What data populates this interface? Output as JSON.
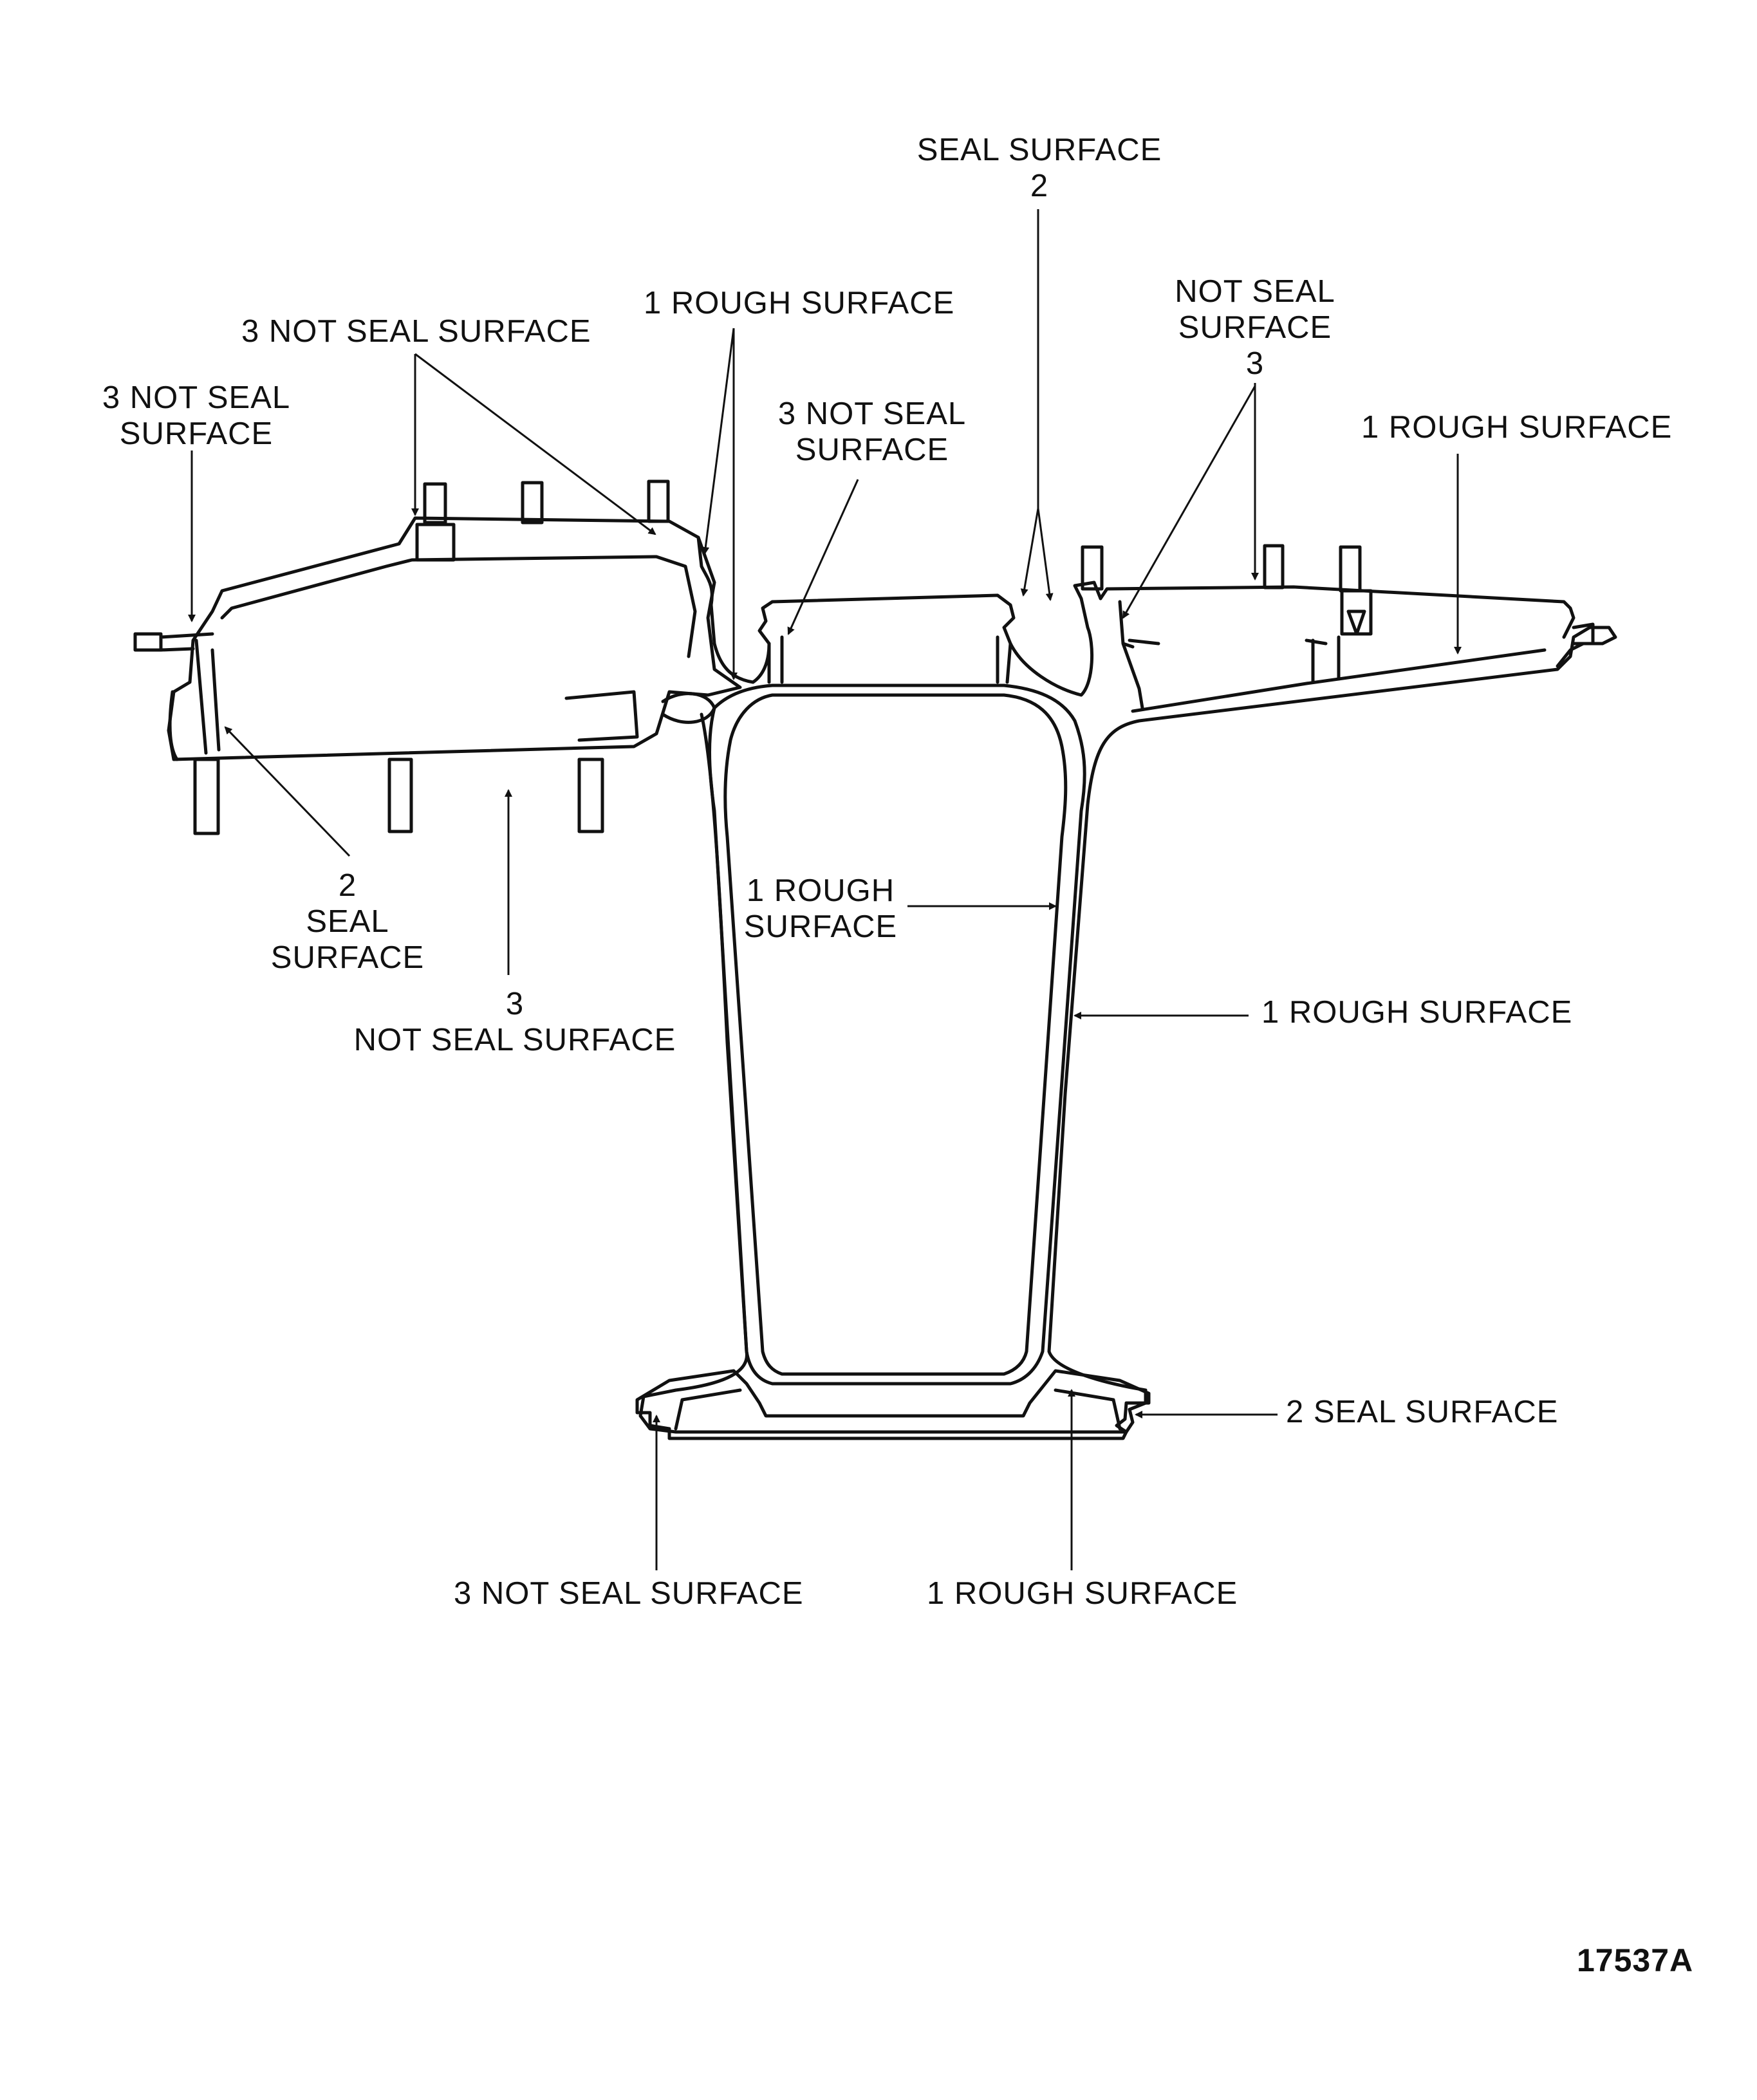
{
  "colors": {
    "ink": "#111111",
    "paper": "#ffffff"
  },
  "labels": {
    "seal_top": {
      "line1": "SEAL SURFACE",
      "line2": "2"
    },
    "not_seal_right_top": {
      "line1": "NOT SEAL",
      "line2": "SURFACE",
      "line3": "3"
    },
    "rough_top": {
      "text": "1 ROUGH SURFACE"
    },
    "not_seal_top_left": {
      "text": "3 NOT SEAL SURFACE"
    },
    "not_seal_far_left": {
      "line1": "3 NOT SEAL",
      "line2": "SURFACE"
    },
    "not_seal_center": {
      "line1": "3 NOT SEAL",
      "line2": "SURFACE"
    },
    "rough_right": {
      "text": "1 ROUGH SURFACE"
    },
    "seal_left_bottom": {
      "line1": "2",
      "line2": "SEAL",
      "line3": "SURFACE"
    },
    "not_seal_left_bottom": {
      "line1": "3",
      "line2": "NOT SEAL SURFACE"
    },
    "rough_inner": {
      "line1": "1 ROUGH",
      "line2": "SURFACE"
    },
    "rough_outer": {
      "text": "1 ROUGH SURFACE"
    },
    "seal_bottom_right": {
      "text": "2 SEAL SURFACE"
    },
    "not_seal_bottom": {
      "text": "3 NOT SEAL SURFACE"
    },
    "rough_bottom": {
      "text": "1 ROUGH SURFACE"
    }
  },
  "figure_number": "17537A"
}
